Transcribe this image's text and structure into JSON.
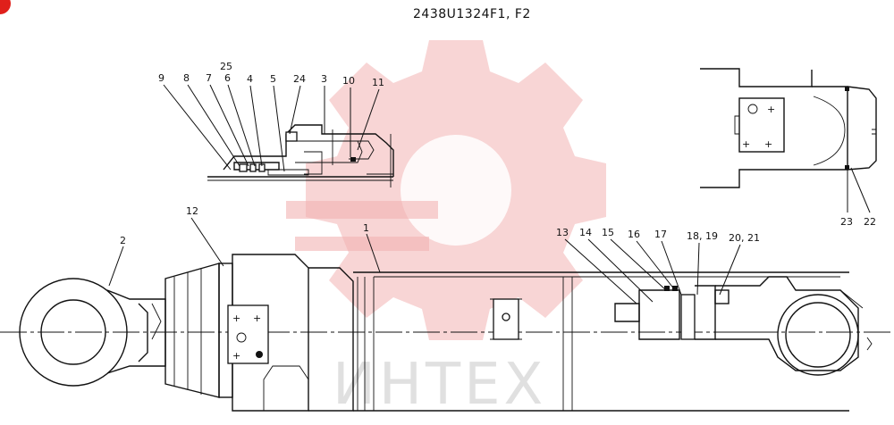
{
  "drawing": {
    "title": "2438U1324F1, F2",
    "watermark_text": "ИНТЕХ"
  },
  "callouts": {
    "c1": "1",
    "c2": "2",
    "c3": "3",
    "c4": "4",
    "c5": "5",
    "c6": "6",
    "c7": "7",
    "c8": "8",
    "c9": "9",
    "c10": "10",
    "c11": "11",
    "c12": "12",
    "c13": "13",
    "c14": "14",
    "c15": "15",
    "c16": "16",
    "c17": "17",
    "c18_19": "18, 19",
    "c20_21": "20, 21",
    "c22": "22",
    "c23": "23",
    "c24": "24",
    "c25": "25"
  },
  "colors": {
    "line": "#111111",
    "watermark_gear": "#f2b3b3",
    "watermark_text": "#d9d9d9",
    "corner_mark": "#e0201b"
  }
}
